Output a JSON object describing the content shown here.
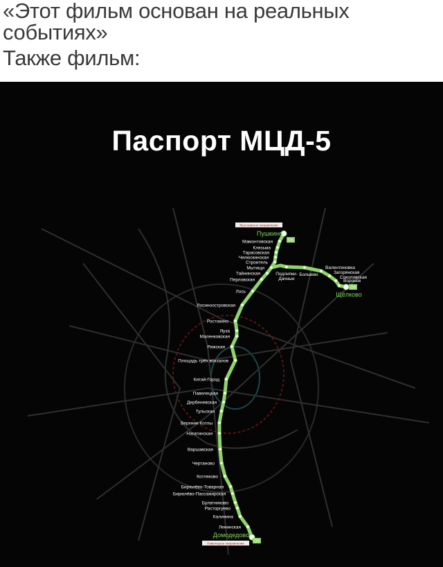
{
  "caption": {
    "line1": "«Этот фильм основан на реальных",
    "line2": "событиях»",
    "line3": "Также фильм:"
  },
  "map": {
    "title": "Паспорт МЦД-5",
    "line_color": "#8fd46a",
    "line_badge": "D5",
    "directions": {
      "north": "Ярославское направление",
      "south": "Павелецкое направление"
    },
    "main_stations": [
      "Пушкино",
      "Мамонтовская",
      "Клязьма",
      "Тарасовская",
      "Челюскинская",
      "Строитель",
      "Мытищи",
      "Тайнинская",
      "Перловская",
      "Лось",
      "Лосиноостровская",
      "Ростокино",
      "Яуза",
      "Маленковская",
      "Рижская",
      "Площадь трёх вокзалов",
      "Китай-Город",
      "Павелецкая",
      "Дербеневская",
      "Тульская",
      "Верхние Котлы",
      "Нагатинская",
      "Варшавская",
      "Чертаново",
      "Котляково",
      "Бирюлёво-Товарная",
      "Бирюлёво-Пассажирская",
      "Булатниково",
      "Расторгуево",
      "Калинина",
      "Ленинская",
      "Домодедово"
    ],
    "branch_stations": [
      "Подлипки-Дачные",
      "Болшево",
      "Валентиновка",
      "Загорянская",
      "Соколовская",
      "Воронок",
      "Щёлково"
    ]
  }
}
